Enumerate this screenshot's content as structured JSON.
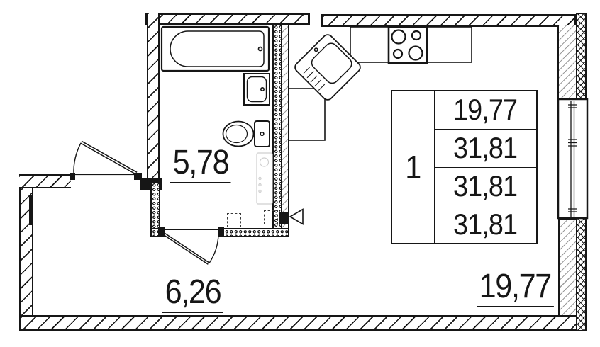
{
  "title": "studio-apartment-floor-plan",
  "colors": {
    "line": "#161616",
    "background": "#ffffff",
    "light_hatch": "#9b9b9b",
    "faint_fixture": "#cccccc"
  },
  "rooms": {
    "bathroom": {
      "area": "5,78"
    },
    "hallway": {
      "area": "6,26"
    },
    "living_kitchen": {
      "area": "19,77"
    }
  },
  "area_table": {
    "apartment_number": "1",
    "rows": [
      {
        "value": "19,77"
      },
      {
        "value": "31,81"
      },
      {
        "value": "31,81"
      },
      {
        "value": "31,81"
      }
    ]
  }
}
